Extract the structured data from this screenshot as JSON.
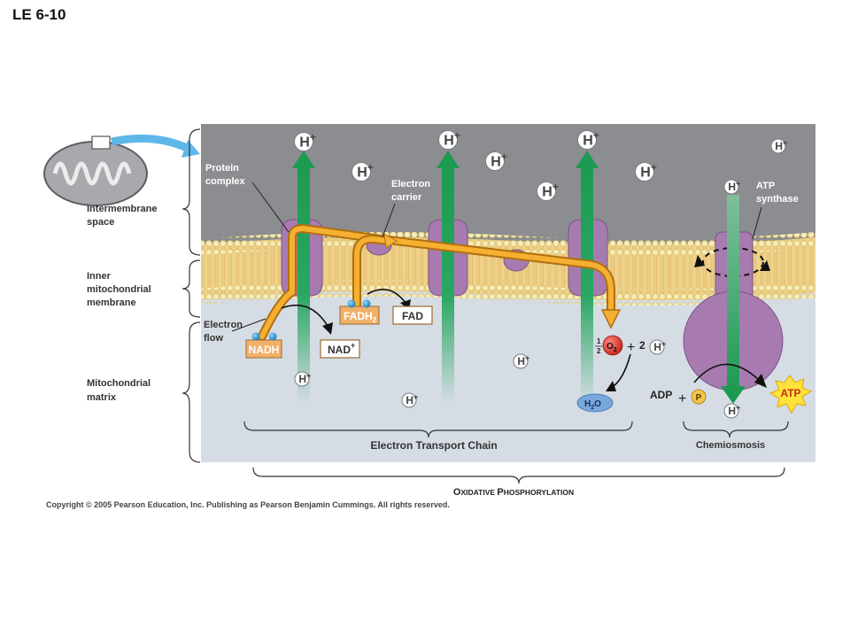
{
  "figure_label": "LE 6-10",
  "regions": {
    "intermembrane": [
      "Intermembrane",
      "space"
    ],
    "inner_membrane": [
      "Inner",
      "mitochondrial",
      "membrane"
    ],
    "matrix": [
      "Mitochondrial",
      "matrix"
    ]
  },
  "labels": {
    "protein_complex": [
      "Protein",
      "complex"
    ],
    "electron_carrier": [
      "Electron",
      "carrier"
    ],
    "atp_synthase": [
      "ATP",
      "synthase"
    ],
    "electron_flow": [
      "Electron",
      "flow"
    ]
  },
  "molecules": {
    "nadh": "NADH",
    "nad": "NAD",
    "nad_sup": "+",
    "fadh2": "FADH",
    "fadh2_sub": "2",
    "fad": "FAD",
    "o2_half_num": "1",
    "o2_half_den": "2",
    "o2": "O",
    "o2_sub": "2",
    "plus": "+",
    "two": "2",
    "h2o_h": "H",
    "h2o_sub": "2",
    "h2o_o": "O",
    "adp": "ADP",
    "p": "P",
    "atp": "ATP"
  },
  "proton": {
    "base": "H",
    "charge": "+"
  },
  "brackets": {
    "etc": "Electron Transport Chain",
    "chemiosmosis": "Chemiosmosis",
    "ox_phos_a": "O",
    "ox_phos_b": "XIDATIVE ",
    "ox_phos_c": "P",
    "ox_phos_d": "HOSPHORYLATION"
  },
  "copyright": "Copyright © 2005 Pearson Education, Inc. Publishing as Pearson Benjamin Cummings. All rights reserved.",
  "colors": {
    "intermembrane": "#8a8c8f",
    "matrix": "#d4dbe3",
    "lipid_head": "#f2e6a6",
    "lipid_tail": "#e9c978",
    "protein": "#a77bb0",
    "green_arrow": "#1f9a55",
    "electron_path": "#f5a623",
    "tag_orange": "#f0b06a",
    "o2_red": "#d9342b",
    "h2o_blue": "#6f9fd6",
    "atp_yellow": "#ffe23a"
  }
}
